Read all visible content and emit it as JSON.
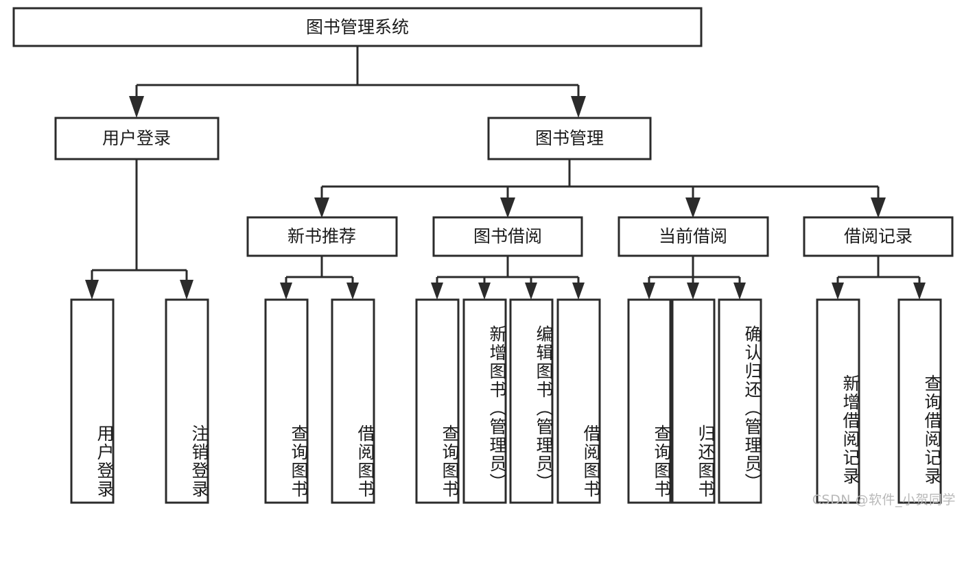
{
  "diagram": {
    "type": "tree-hierarchy-chart",
    "title": "图书管理系统",
    "root": {
      "id": "root",
      "label": "图书管理系统",
      "level": 0
    },
    "level2": [
      {
        "id": "user-login",
        "label": "用户登录"
      },
      {
        "id": "book-manage",
        "label": "图书管理"
      }
    ],
    "level3": [
      {
        "id": "new-book-recommend",
        "label": "新书推荐",
        "parent": "book-manage"
      },
      {
        "id": "book-borrow",
        "label": "图书借阅",
        "parent": "book-manage"
      },
      {
        "id": "current-borrow",
        "label": "当前借阅",
        "parent": "book-manage"
      },
      {
        "id": "borrow-record",
        "label": "借阅记录",
        "parent": "book-manage"
      }
    ],
    "leaves": [
      {
        "id": "leaf-user-login",
        "label": "用户登录",
        "parent": "user-login"
      },
      {
        "id": "leaf-logout-login",
        "label": "注销登录",
        "parent": "user-login"
      },
      {
        "id": "leaf-query-book-1",
        "label": "查询图书",
        "parent": "new-book-recommend"
      },
      {
        "id": "leaf-borrow-book-1",
        "label": "借阅图书",
        "parent": "new-book-recommend"
      },
      {
        "id": "leaf-query-book-2",
        "label": "查询图书",
        "parent": "book-borrow"
      },
      {
        "id": "leaf-add-book",
        "label": "新增图书（管理员）",
        "parent": "book-borrow"
      },
      {
        "id": "leaf-edit-book",
        "label": "编辑图书（管理员）",
        "parent": "book-borrow"
      },
      {
        "id": "leaf-borrow-book-2",
        "label": "借阅图书",
        "parent": "book-borrow"
      },
      {
        "id": "leaf-query-book-3",
        "label": "查询图书",
        "parent": "current-borrow"
      },
      {
        "id": "leaf-return-book",
        "label": "归还图书",
        "parent": "current-borrow"
      },
      {
        "id": "leaf-confirm-return",
        "label": "确认归还（管理员）",
        "parent": "current-borrow"
      },
      {
        "id": "leaf-add-record",
        "label": "新增借阅记录",
        "parent": "borrow-record"
      },
      {
        "id": "leaf-query-record",
        "label": "查询借阅记录",
        "parent": "borrow-record"
      }
    ],
    "colors": {
      "stroke": "#2b2b2b",
      "fill": "#ffffff",
      "text": "#1b1b1b",
      "background": "#ffffff",
      "watermark": "#b9b9b9"
    }
  },
  "watermark": {
    "text": "CSDN @软件_小贺同学"
  }
}
